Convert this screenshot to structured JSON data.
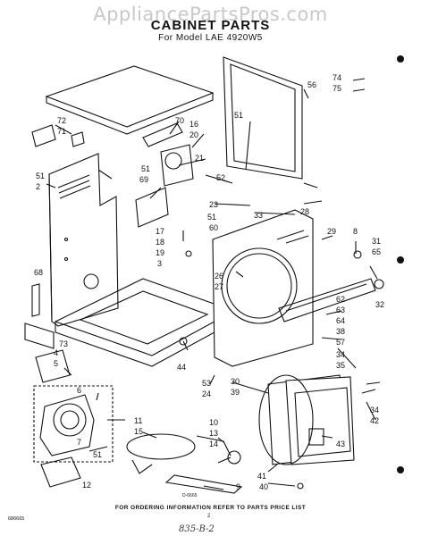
{
  "watermark": "AppliancePartsPros.com",
  "title": "CABINET PARTS",
  "subtitle": "For Model LAE 4920W5",
  "footer": "FOR ORDERING INFORMATION REFER TO PARTS PRICE LIST",
  "drawing_code": "D-6665",
  "left_code": "686665",
  "page_number": "2",
  "handwritten_note": "835-B-2",
  "callouts": [
    "72",
    "71",
    "51",
    "2",
    "68",
    "73",
    "70",
    "16",
    "20",
    "21",
    "51",
    "69",
    "17",
    "18",
    "19",
    "3",
    "51",
    "60",
    "52",
    "23",
    "33",
    "29",
    "8",
    "31",
    "65",
    "56",
    "74",
    "75",
    "51",
    "28",
    "26",
    "27",
    "62",
    "63",
    "64",
    "38",
    "57",
    "34",
    "35",
    "32",
    "44",
    "53",
    "24",
    "30",
    "39",
    "34",
    "42",
    "43",
    "4",
    "5",
    "6",
    "7",
    "12",
    "11",
    "15",
    "9",
    "10",
    "13",
    "14",
    "41",
    "40",
    "51"
  ]
}
